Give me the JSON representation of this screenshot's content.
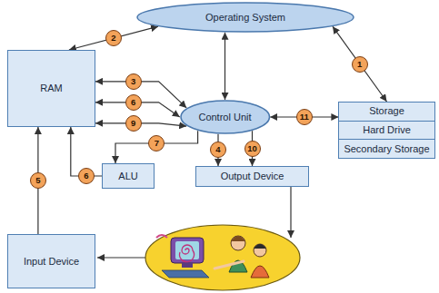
{
  "diagram": {
    "nodes": [
      {
        "text": [
          "Operating System"
        ]
      },
      {
        "text": [
          "RAM"
        ]
      },
      {
        "text": [
          "Control Unit"
        ]
      },
      {
        "text": [
          "Storage",
          "Hard Drive",
          "Secondary Storage"
        ]
      },
      {
        "text": [
          "ALU"
        ]
      },
      {
        "text": [
          "Output Device"
        ]
      },
      {
        "text": [
          "Input Device"
        ]
      }
    ],
    "edges": [
      {
        "from": 0,
        "to": 3,
        "label": "1",
        "arrow": "both"
      },
      {
        "from": 0,
        "to": 1,
        "label": "2",
        "arrow": "both"
      },
      {
        "from": 0,
        "to": 2,
        "arrow": "both"
      },
      {
        "from": 1,
        "to": 2,
        "label": "3",
        "arrow": "both"
      },
      {
        "from": 1,
        "to": 2,
        "label": "6",
        "arrow": "both"
      },
      {
        "from": 1,
        "to": 2,
        "label": "9",
        "arrow": "both"
      },
      {
        "from": 2,
        "to": 4,
        "label": "7",
        "arrow": "to"
      },
      {
        "from": 4,
        "to": 1,
        "label": "6",
        "arrow": "to"
      },
      {
        "from": 2,
        "to": 5,
        "label": "4",
        "arrow": "to"
      },
      {
        "from": 2,
        "to": 5,
        "label": "10",
        "arrow": "to"
      },
      {
        "from": 2,
        "to": 3,
        "label": "11",
        "arrow": "both"
      },
      {
        "from": 6,
        "to": 1,
        "label": "5",
        "arrow": "to"
      }
    ]
  }
}
